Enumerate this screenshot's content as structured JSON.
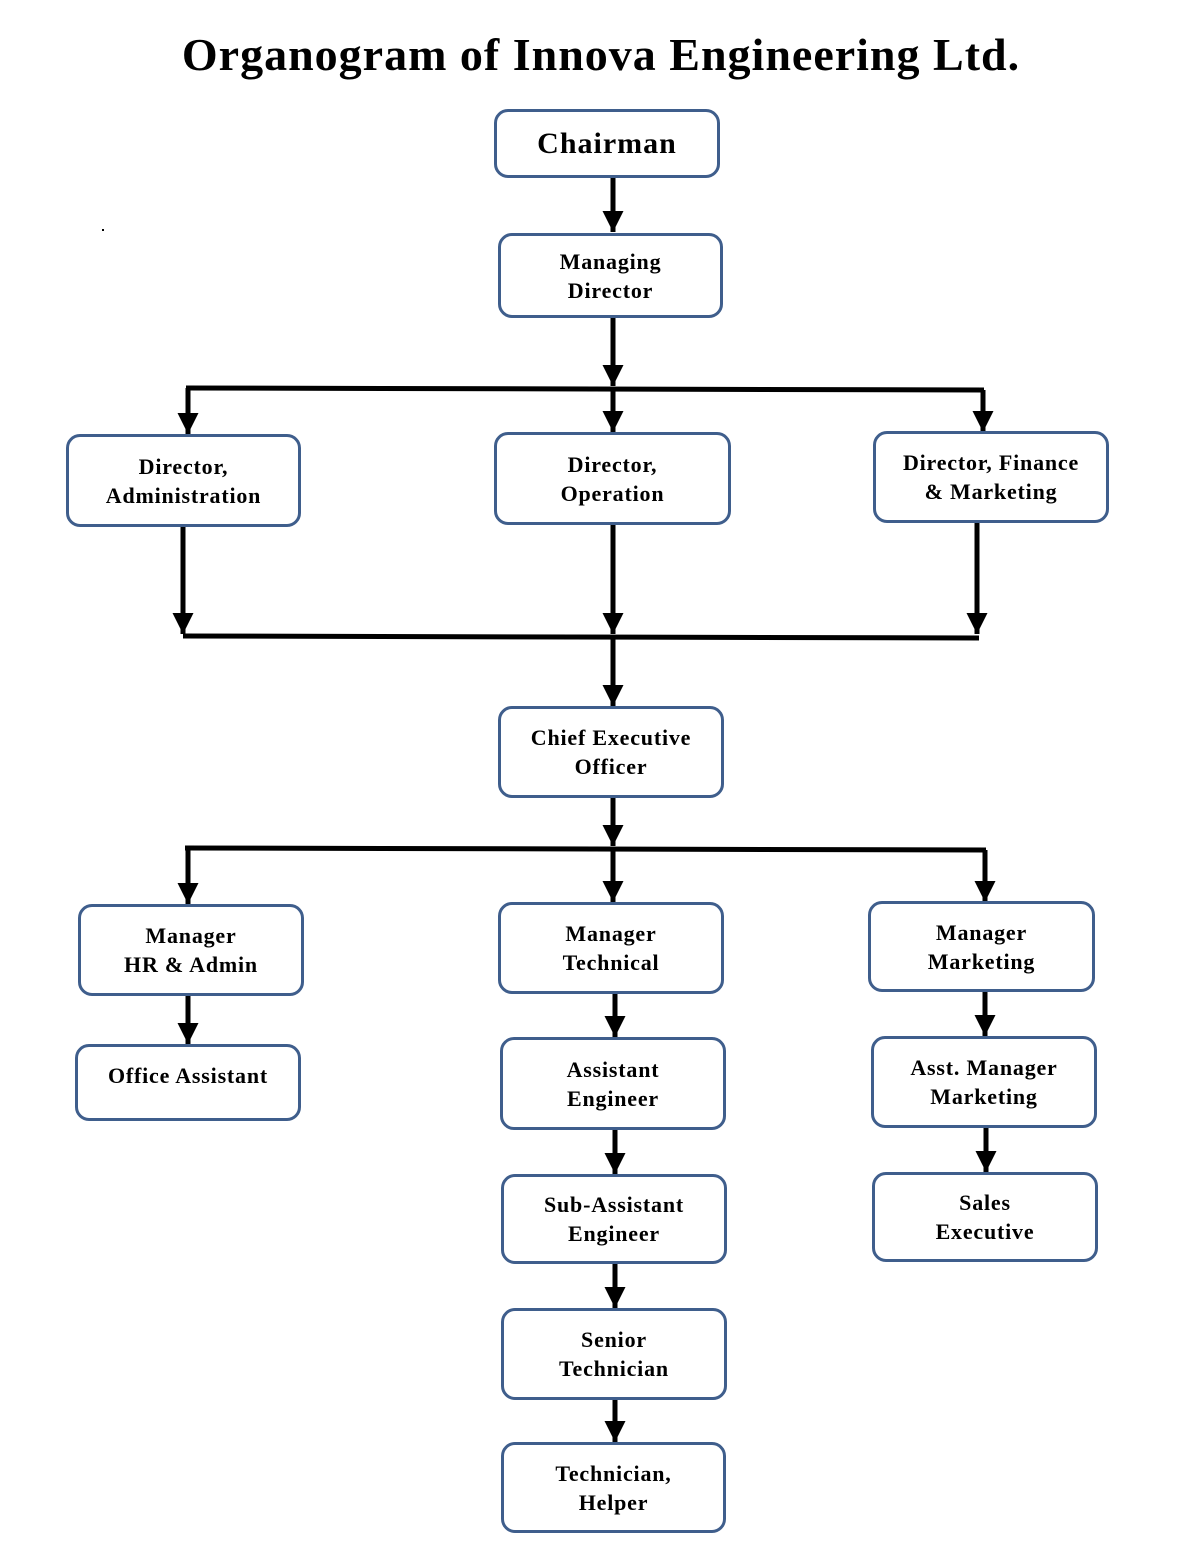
{
  "title": "Organogram of Innova Engineering Ltd.",
  "nodes": {
    "chairman": "Chairman",
    "managing_director": "Managing\nDirector",
    "director_admin": "Director,\nAdministration",
    "director_operation": "Director,\nOperation",
    "director_finance": "Director, Finance\n& Marketing",
    "ceo": "Chief Executive\nOfficer",
    "manager_hr": "Manager\nHR & Admin",
    "office_assistant": "Office Assistant",
    "manager_technical": "Manager\nTechnical",
    "assistant_engineer": "Assistant\nEngineer",
    "sub_assistant_engineer": "Sub-Assistant\nEngineer",
    "senior_technician": "Senior\nTechnician",
    "technician_helper": "Technician,\nHelper",
    "manager_marketing": "Manager\nMarketing",
    "asst_manager_marketing": "Asst. Manager\nMarketing",
    "sales_executive": "Sales\nExecutive"
  },
  "colors": {
    "box_border": "#3f5e8c",
    "connector": "#000000"
  }
}
